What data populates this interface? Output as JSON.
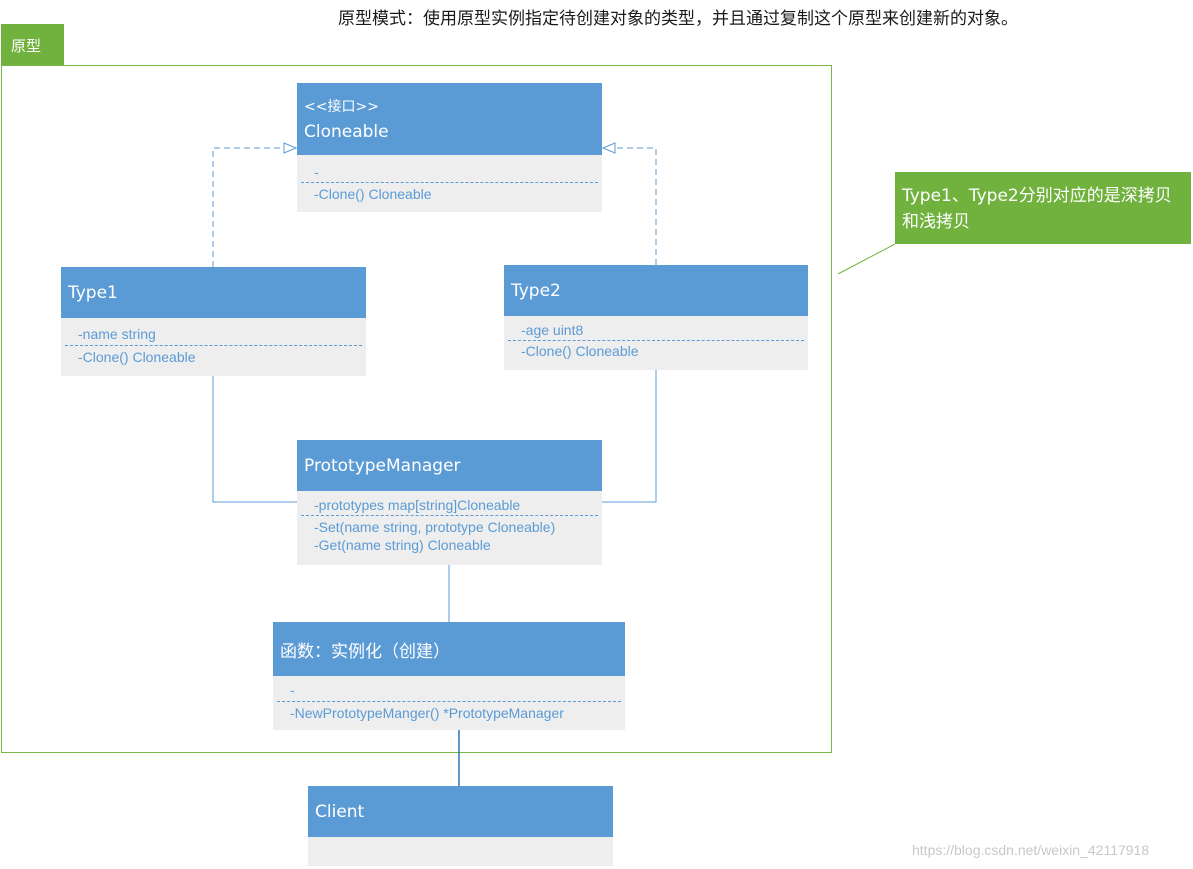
{
  "heading": "原型模式：使用原型实例指定待创建对象的类型，并且通过复制这个原型来创建新的对象。",
  "frame": {
    "label": "原型"
  },
  "note": {
    "text": "Type1、Type2分别对应的是深拷贝和浅拷贝"
  },
  "classes": {
    "cloneable": {
      "stereotype": "<<接口>>",
      "name": "Cloneable",
      "attributes": [
        "-"
      ],
      "methods": [
        "-Clone() Cloneable"
      ]
    },
    "type1": {
      "name": "Type1",
      "attributes": [
        "-name string"
      ],
      "methods": [
        "-Clone() Cloneable"
      ]
    },
    "type2": {
      "name": "Type2",
      "attributes": [
        "-age uint8"
      ],
      "methods": [
        "-Clone() Cloneable"
      ]
    },
    "manager": {
      "name": "PrototypeManager",
      "attributes": [
        "-prototypes map[string]Cloneable"
      ],
      "methods": [
        "-Set(name string, prototype Cloneable)",
        "-Get(name string) Cloneable"
      ]
    },
    "factory": {
      "name": "函数：实例化（创建）",
      "attributes": [
        "-"
      ],
      "methods": [
        "-NewPrototypeManger() *PrototypeManager"
      ]
    },
    "client": {
      "name": "Client",
      "attributes": [],
      "methods": []
    }
  },
  "watermark": "https://blog.csdn.net/weixin_42117918",
  "colors": {
    "class_header": "#5b9bd5",
    "class_body": "#eeeeee",
    "frame": "#71b23f",
    "note": "#71b23f"
  }
}
